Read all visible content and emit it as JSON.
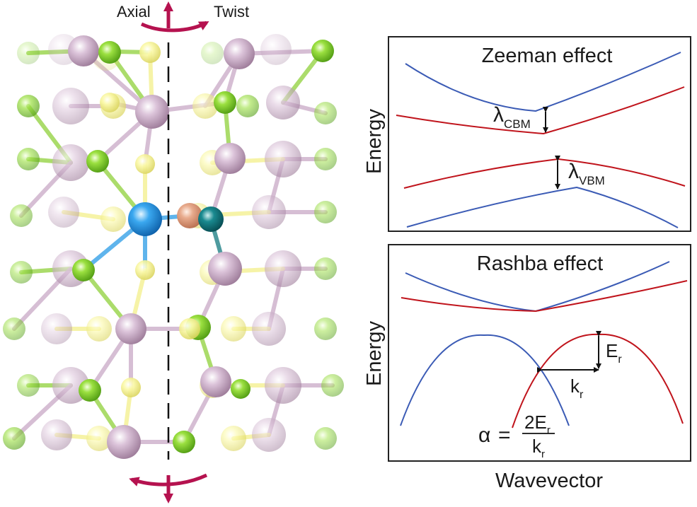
{
  "structure": {
    "axial_label": "Axial",
    "twist_label": "Twist",
    "arrow_color": "#b5124f",
    "atom_colors": {
      "metal": "#c9a9c6",
      "chalcogen_yellow": "#f3f08a",
      "chalcogen_green": "#8fd13a",
      "dopant_blue": "#2a9be6",
      "dopant_teal": "#137a80",
      "dopant_orange": "#e2a184"
    }
  },
  "zeeman_panel": {
    "title": "Zeeman effect",
    "ylabel": "Energy",
    "cbm_label": "λ",
    "cbm_sub": "CBM",
    "vbm_label": "λ",
    "vbm_sub": "VBM"
  },
  "rashba_panel": {
    "title": "Rashba effect",
    "ylabel": "Energy",
    "er_label": "E",
    "er_sub": "r",
    "kr_label": "k",
    "kr_sub": "r",
    "alpha_symbol": "α",
    "equals": "=",
    "numerator": "2E",
    "numerator_sub": "r",
    "denominator": "k",
    "denominator_sub": "r",
    "xlabel": "Wavevector"
  },
  "colors": {
    "blue_band": "#3b5bb5",
    "red_band": "#c0141c",
    "frame": "#222222"
  }
}
